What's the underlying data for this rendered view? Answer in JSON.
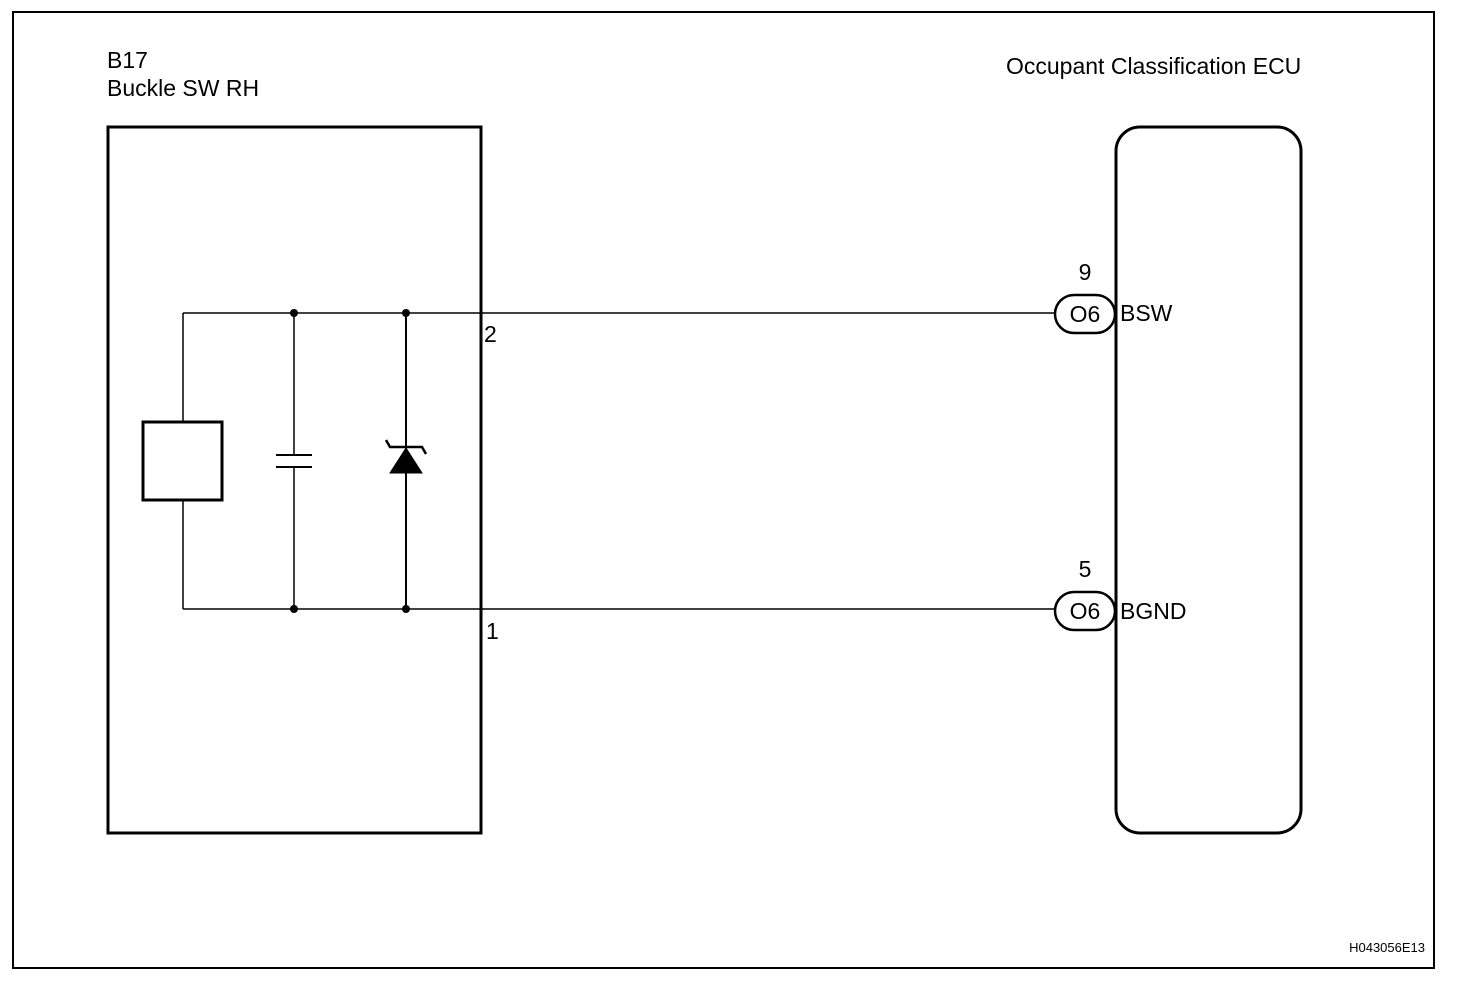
{
  "left_component": {
    "code": "B17",
    "name": "Buckle SW RH",
    "pins": [
      "2",
      "1"
    ]
  },
  "right_component": {
    "name": "Occupant Classification ECU"
  },
  "connections": [
    {
      "ecu_pin": "9",
      "connector": "O6",
      "signal": "BSW"
    },
    {
      "ecu_pin": "5",
      "connector": "O6",
      "signal": "BGND"
    }
  ],
  "figure_id": "H043056E13"
}
